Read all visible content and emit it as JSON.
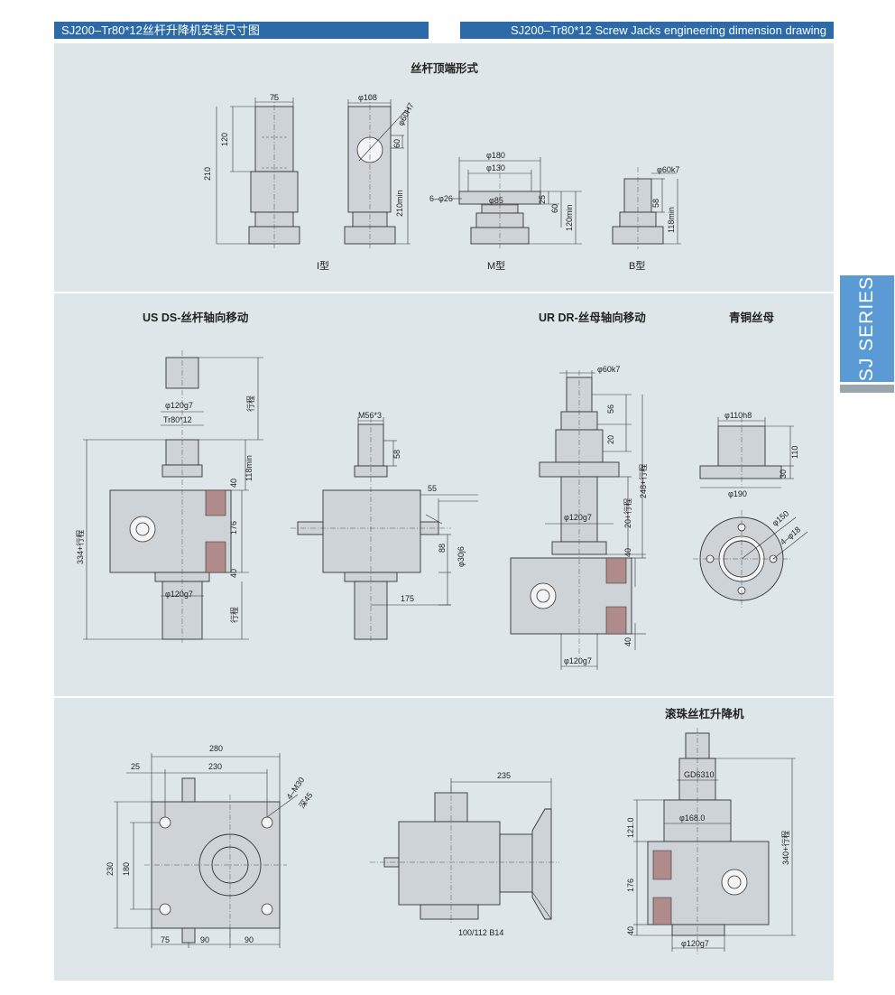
{
  "header": {
    "title_cn": "SJ200–Tr80*12丝杆升降机安装尺寸图",
    "title_en": "SJ200–Tr80*12 Screw Jacks engineering dimension drawing"
  },
  "side_tab": {
    "label": "SJ SERIES"
  },
  "colors": {
    "header_bg": "#2c6aa8",
    "panel_bg": "#dfe6ea",
    "tab_bg": "#5b9bd5",
    "part_fill": "#cdd3d7",
    "hatch": "#b08b8b"
  },
  "section_top": {
    "title": "丝杆顶端形式",
    "labels": {
      "type_i": "I型",
      "type_m": "M型",
      "type_b": "B型"
    },
    "dims": {
      "d75": "75",
      "d120": "120",
      "d210": "210",
      "d_phi108": "φ108",
      "d_phi60h7": "φ60H7",
      "d60": "60",
      "d210min": "210min",
      "d_phi180": "φ180",
      "d_phi130": "φ130",
      "d_6phi26": "6–φ26",
      "d_phi85": "φ85",
      "d25": "25",
      "d60b": "60",
      "d120min": "120min",
      "d_phi60k7": "φ60k7",
      "d58": "58",
      "d118min": "118min"
    }
  },
  "section_mid": {
    "titles": {
      "usds": "US DS-丝杆轴向移动",
      "urdr": "UR DR-丝母轴向移动",
      "bronze": "青铜丝母"
    },
    "dims": {
      "phi120g7_top": "φ120g7",
      "tr80x12": "Tr80*12",
      "stroke_a": "行程",
      "d118min": "118min",
      "d40a": "40",
      "d176a": "176",
      "d40b": "40",
      "d334": "334+行程",
      "phi120g7_bot": "φ120g7",
      "stroke_b": "行程",
      "m56x3": "M56*3",
      "d58a": "58",
      "d55": "55",
      "d88": "88",
      "phi30j6": "φ30j6",
      "d175": "175",
      "phi60k7": "φ60k7",
      "d56": "56",
      "d20": "20",
      "d248": "248+行程",
      "phi120g7_c": "φ120g7",
      "d20s": "20+行程",
      "d40c": "40",
      "d40d": "40",
      "phi120g7_d": "φ120g7",
      "phi110h8": "φ110h8",
      "d110": "110",
      "d30": "30",
      "phi190": "φ190",
      "phi150": "φ150",
      "d4phi18": "4–φ18"
    }
  },
  "section_bot": {
    "title_ball": "滚珠丝杠升降机",
    "dims": {
      "d280": "280",
      "d25": "25",
      "d230h": "230",
      "d4m30": "4–M30",
      "deep45": "深45",
      "d230v": "230",
      "d180": "180",
      "d75": "75",
      "d90a": "90",
      "d90b": "90",
      "d235": "235",
      "flange": "100/112 B14",
      "gd6310": "GD6310",
      "phi168": "φ168.0",
      "d121": "121.0",
      "d176": "176",
      "d40": "40",
      "d340": "340+行程",
      "phi120g7": "φ120g7"
    }
  }
}
